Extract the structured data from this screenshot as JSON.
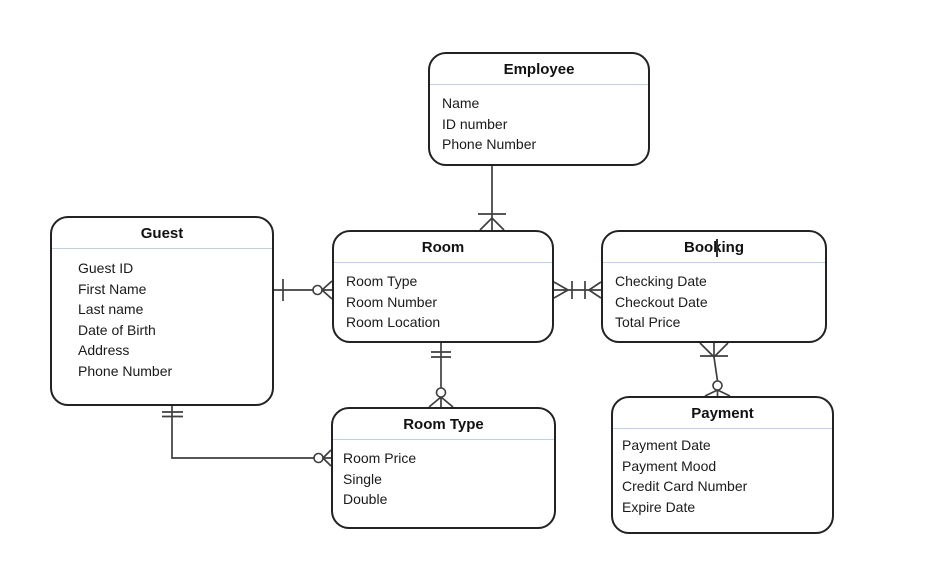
{
  "diagram": {
    "type": "er-diagram",
    "notation": "crows-foot",
    "background_color": "#ffffff",
    "colors": {
      "entity_border": "#222222",
      "title_separator": "#bed0e9",
      "connector_line": "#3f3f3f",
      "text": "#1a1a1a"
    }
  },
  "entities": {
    "employee": {
      "title": "Employee",
      "attributes": [
        "Name",
        "ID number",
        "Phone Number"
      ]
    },
    "guest": {
      "title": "Guest",
      "attributes": [
        "Guest ID",
        "First Name",
        "Last name",
        "Date of Birth",
        "Address",
        "Phone Number"
      ]
    },
    "room": {
      "title": "Room",
      "attributes": [
        "Room Type",
        "Room Number",
        "Room Location"
      ]
    },
    "booking": {
      "title": "Booking",
      "attributes": [
        "Checking Date",
        "Checkout Date",
        "Total Price"
      ]
    },
    "room_type": {
      "title": "Room Type",
      "attributes": [
        "Room Price",
        "Single",
        "Double"
      ]
    },
    "payment": {
      "title": "Payment",
      "attributes": [
        "Payment Date",
        "Payment Mood",
        "Credit Card Number",
        "Expire Date"
      ]
    }
  },
  "relationships": [
    {
      "from": "Employee",
      "to": "Room",
      "from_cardinality": "unspecified",
      "to_cardinality": "one-many"
    },
    {
      "from": "Guest",
      "to": "Room",
      "from_cardinality": "one",
      "to_cardinality": "zero-many"
    },
    {
      "from": "Room",
      "to": "Booking",
      "from_cardinality": "one-many",
      "to_cardinality": "one-many"
    },
    {
      "from": "Room",
      "to": "Room Type",
      "from_cardinality": "one-and-only-one",
      "to_cardinality": "zero-many"
    },
    {
      "from": "Booking",
      "to": "Payment",
      "from_cardinality": "one-many",
      "to_cardinality": "zero-many"
    },
    {
      "from": "Guest",
      "to": "Room Type",
      "from_cardinality": "one-and-only-one",
      "to_cardinality": "zero-many"
    }
  ]
}
